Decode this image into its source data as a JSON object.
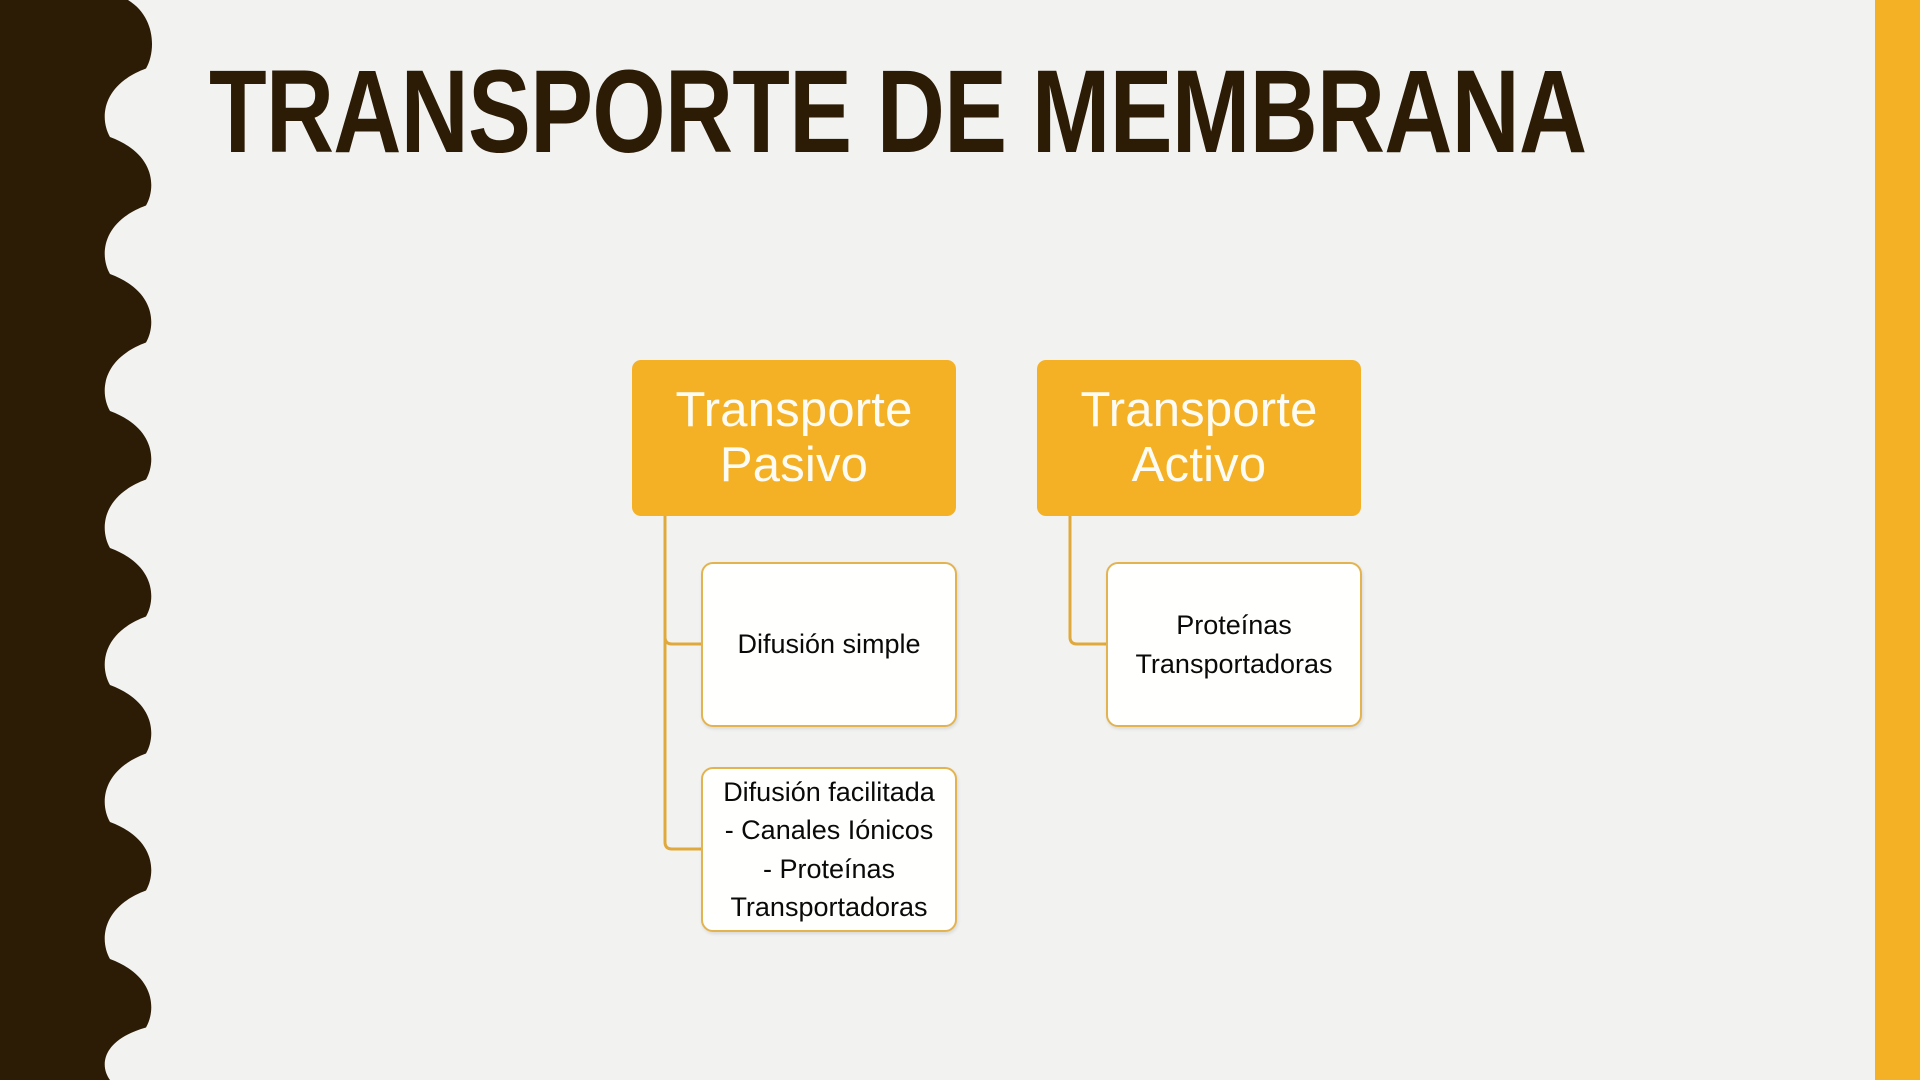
{
  "slide": {
    "title": "TRANSPORTE DE MEMBRANA",
    "background_color": "#F2F2F1"
  },
  "decor": {
    "left_band_color": "#2C1C05",
    "left_band_name": "wavy-brown-band",
    "right_bar_color": "#F5B125",
    "right_bar_name": "orange-side-bar"
  },
  "theme": {
    "accent_orange": "#F5B125",
    "dark_brown": "#2C1C05",
    "node_border": "#E3B350",
    "node_fill": "#FFFFFE",
    "connector_color": "#E0A93C",
    "root_text": "#FDFCF4",
    "child_text": "#0A0A08"
  },
  "diagram": {
    "type": "tree",
    "branches": [
      {
        "id": "transporte-pasivo",
        "root_label": "Transporte\nPasivo",
        "children": [
          {
            "id": "difusion-simple",
            "label": "Difusión simple"
          },
          {
            "id": "difusion-facilitada",
            "label": "Difusión facilitada\n- Canales Iónicos\n- Proteínas\nTransportadoras"
          }
        ]
      },
      {
        "id": "transporte-activo",
        "root_label": "Transporte\nActivo",
        "children": [
          {
            "id": "proteinas-transportadoras",
            "label": "Proteínas\nTransportadoras"
          }
        ]
      }
    ]
  }
}
